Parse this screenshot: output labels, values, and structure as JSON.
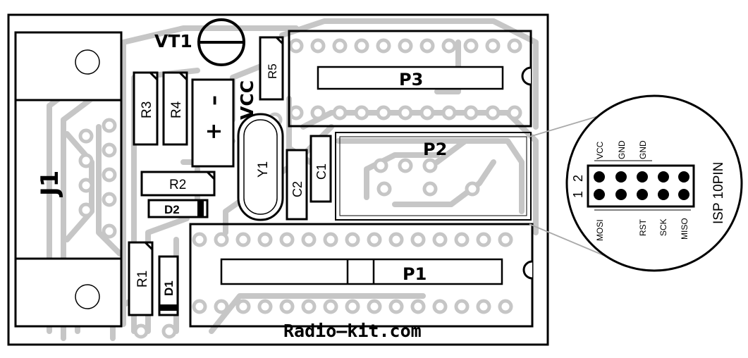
{
  "board": {
    "site": "Radio–kit.com",
    "colors": {
      "silkscreen": "#000000",
      "copper_trace": "#c8c8c8",
      "background": "#ffffff"
    }
  },
  "components": {
    "j1": "J1",
    "vt1": "VT1",
    "vcc": "VCC",
    "r1": "R1",
    "r2": "R2",
    "r3": "R3",
    "r4": "R4",
    "r5": "R5",
    "d1": "D1",
    "d2": "D2",
    "c1": "C1",
    "c2": "C2",
    "y1": "Y1",
    "p1": "P1",
    "p2": "P2",
    "p3": "P3",
    "cap_plus": "+",
    "cap_minus": "–"
  },
  "isp": {
    "title": "ISP 10PIN",
    "pin1": "1",
    "pin2": "2",
    "top_labels": [
      "VCC",
      "GND",
      "GND"
    ],
    "bottom_labels": [
      "MOSI",
      "RST",
      "SCK",
      "MISO"
    ]
  }
}
